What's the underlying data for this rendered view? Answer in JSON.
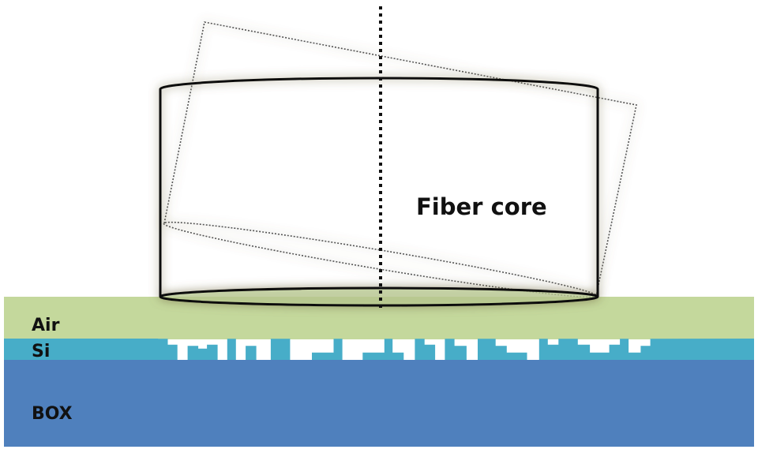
{
  "labels": {
    "fiber_core": "Fiber core",
    "air": "Air",
    "si": "Si",
    "box": "BOX"
  },
  "colors": {
    "air": "#c4d89c",
    "si": "#47adc8",
    "box": "#4f80bd",
    "glow": "#8a8460",
    "outline": "#111111"
  }
}
